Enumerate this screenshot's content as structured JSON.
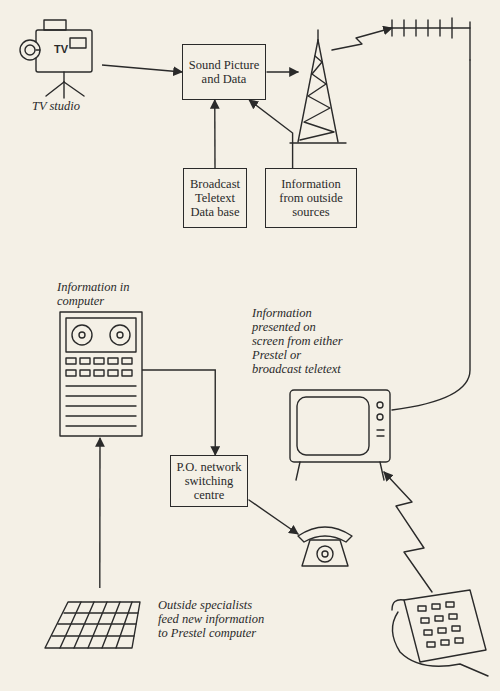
{
  "diagram": {
    "nodes": [
      {
        "text": [
          "TV studio"
        ]
      },
      {
        "text": [
          "Sound Picture and Data"
        ]
      },
      {
        "text": [
          "Broadcast Teletext Data base"
        ]
      },
      {
        "text": [
          "Information from outside sources"
        ]
      },
      {
        "text": [
          "Information in computer"
        ]
      },
      {
        "text": [
          "Information presented on screen from either Prestel or broadcast teletext"
        ]
      },
      {
        "text": [
          "P.O. network switching centre"
        ]
      },
      {
        "text": [
          "Outside specialists feed new information to Prestel computer"
        ]
      }
    ],
    "edges": [
      {
        "from": 0,
        "to": 1,
        "arrow": "to"
      },
      {
        "from": 2,
        "to": 1,
        "arrow": "to"
      },
      {
        "from": 3,
        "to": 1,
        "arrow": "to"
      },
      {
        "from": 7,
        "to": 4,
        "arrow": "to"
      },
      {
        "from": 4,
        "to": 6,
        "arrow": "to"
      }
    ],
    "labels": [
      "TV"
    ]
  }
}
